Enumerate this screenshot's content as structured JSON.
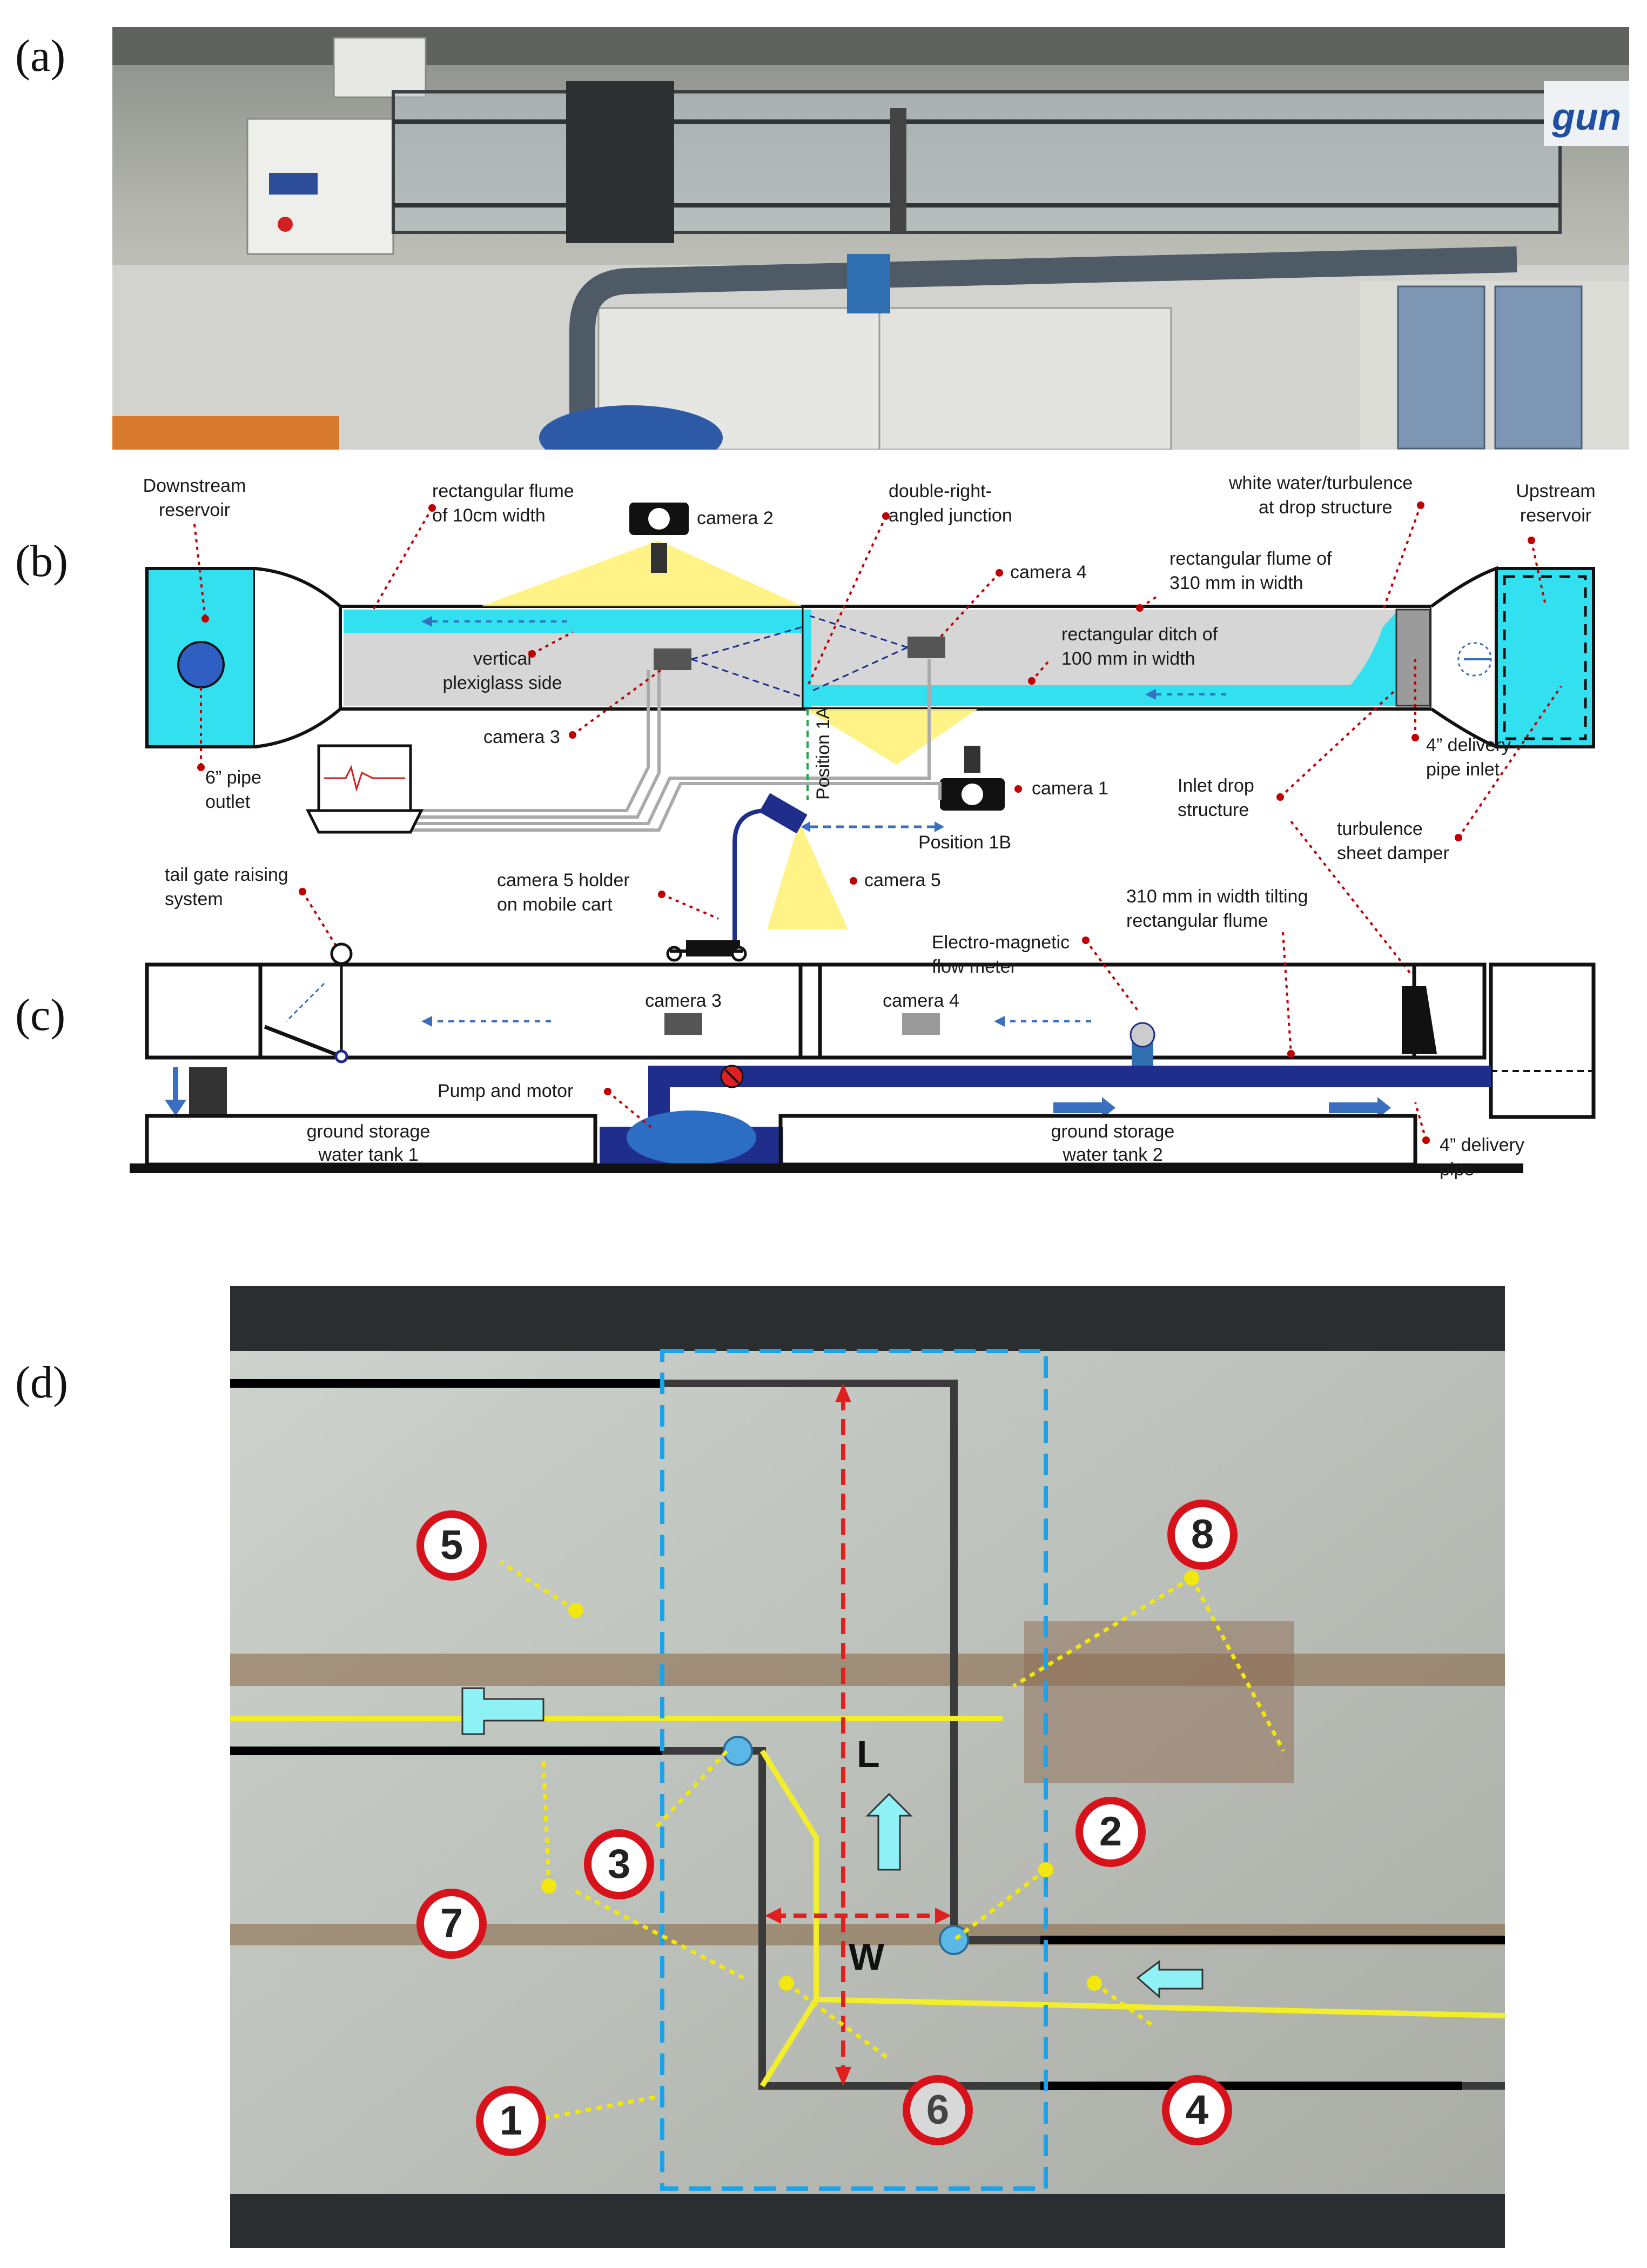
{
  "panels": {
    "a": "(a)",
    "b": "(b)",
    "c": "(c)",
    "d": "(d)"
  },
  "photo_a": {
    "brand_logo_text": "gun"
  },
  "diagram_b": {
    "downstream_reservoir": [
      "Downstream",
      "reservoir"
    ],
    "pipe_outlet": [
      "6” pipe",
      "outlet"
    ],
    "narrow_flume": [
      "rectangular flume",
      "of 10cm width"
    ],
    "camera_2": "camera 2",
    "junction": [
      "double-right-",
      "angled junction"
    ],
    "camera_4_top": "camera 4",
    "wide_flume": [
      "rectangular flume of",
      "310 mm in width"
    ],
    "white_water": [
      "white water/turbulence",
      "at drop structure"
    ],
    "upstream_reservoir": [
      "Upstream",
      "reservoir"
    ],
    "plexiglass_side": [
      "vertical",
      "plexiglass side"
    ],
    "ditch": [
      "rectangular ditch of",
      "100 mm in width"
    ],
    "camera_3_top": "camera 3",
    "position_1a": "Position 1A",
    "position_1b": "Position 1B",
    "camera_1": "camera 1",
    "delivery_pipe_inlet": [
      "4” delivery",
      "pipe inlet"
    ],
    "inlet_drop": [
      "Inlet drop",
      "structure"
    ],
    "sheet_damper": [
      "turbulence",
      "sheet damper"
    ],
    "camera_5": "camera 5",
    "camera_5_holder": [
      "camera 5 holder",
      "on mobile cart"
    ],
    "tail_gate": [
      "tail gate raising",
      "system"
    ]
  },
  "diagram_c": {
    "flow_meter": [
      "Electro-magnetic",
      "flow meter"
    ],
    "tilting_flume": [
      "310 mm in width tilting",
      "rectangular flume"
    ],
    "camera_3": "camera 3",
    "camera_4": "camera 4",
    "pump": "Pump and motor",
    "tank_1": [
      "ground storage",
      "water tank 1"
    ],
    "tank_2": [
      "ground storage",
      "water tank 2"
    ],
    "delivery_pipe": [
      "4” delivery",
      "pipe"
    ]
  },
  "photo_d": {
    "markers": [
      "1",
      "2",
      "3",
      "4",
      "5",
      "6",
      "7",
      "8"
    ],
    "dim_length": "L",
    "dim_width": "W"
  },
  "colors": {
    "water": "#33e0f0",
    "camera_field": "#fff27a",
    "callout": "#c00000",
    "flow_arrow": "#3a6fc0",
    "pipe": "#1f2e8a",
    "marker_ring": "#d8121b",
    "edge_yellow": "#f2ee2a",
    "dim_red": "#e0201e",
    "dash_blue": "#1aa3ea",
    "node_blue": "#5ab7e8"
  }
}
